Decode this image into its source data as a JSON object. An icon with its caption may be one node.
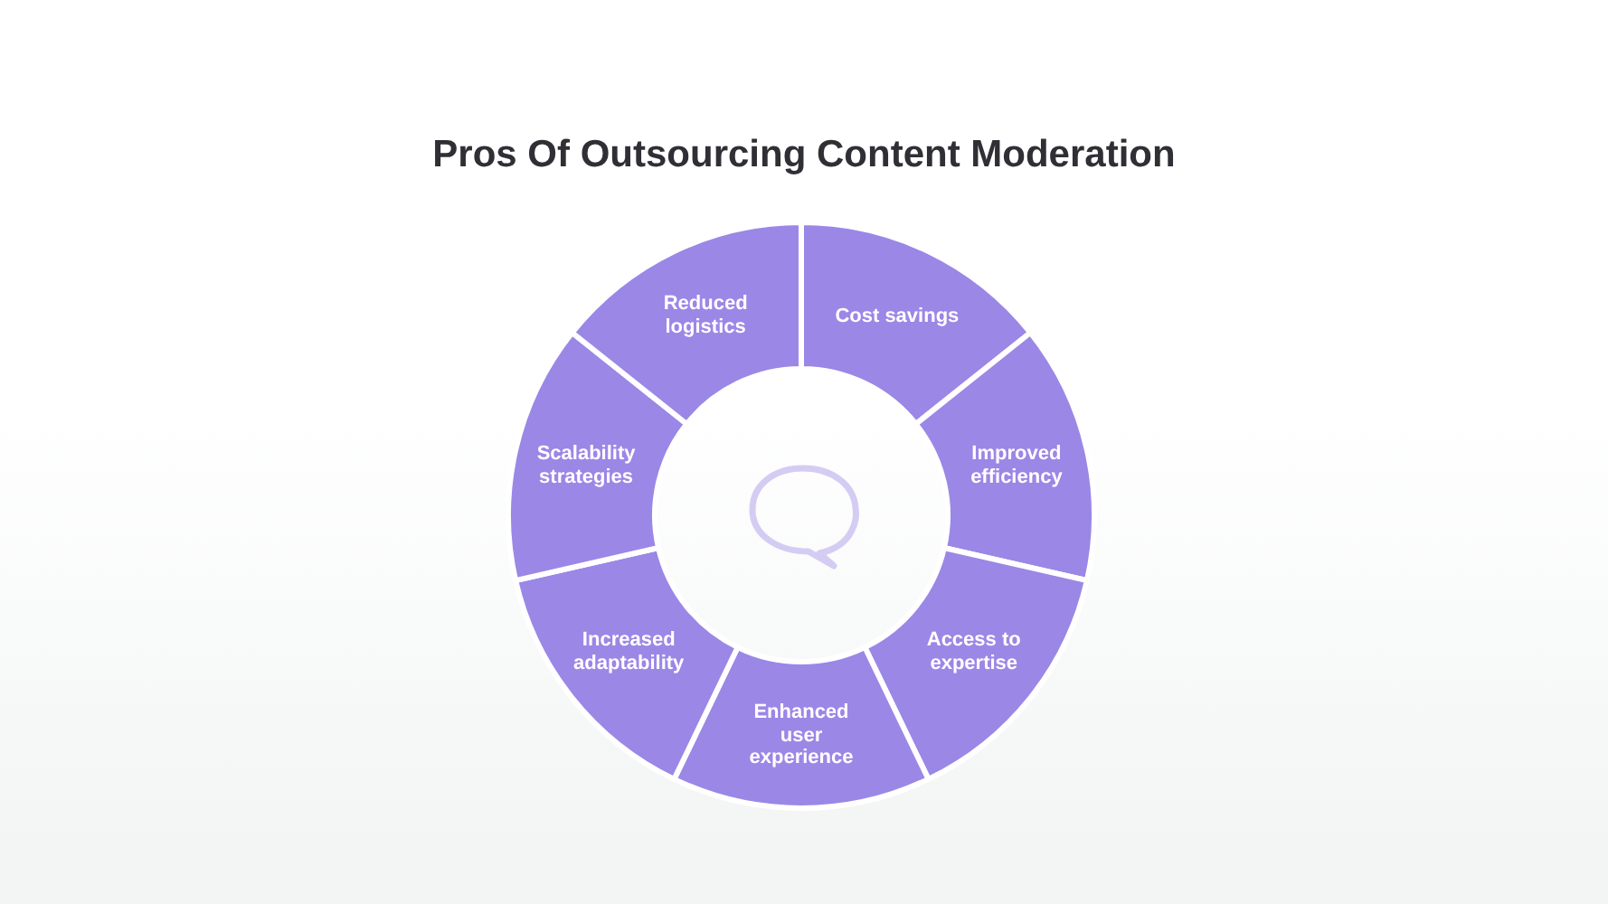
{
  "diagram": {
    "title": "Pros Of Outsourcing Content Moderation",
    "nodes": [
      {
        "text": [
          "Cost savings"
        ]
      },
      {
        "text": [
          "Improved efficiency"
        ]
      },
      {
        "text": [
          "Access to expertise"
        ]
      },
      {
        "text": [
          "Enhanced user experience"
        ]
      },
      {
        "text": [
          "Increased adaptability"
        ]
      },
      {
        "text": [
          "Scalability strategies"
        ]
      },
      {
        "text": [
          "Reduced logistics"
        ]
      }
    ]
  }
}
